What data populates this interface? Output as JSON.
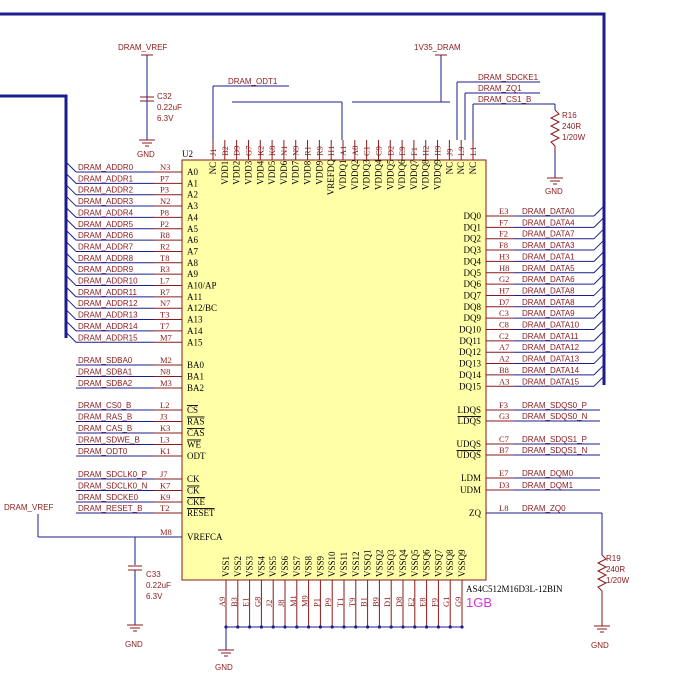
{
  "chip": {
    "designator": "U2",
    "part": "AS4C512M16D3L-12BIN",
    "size": "1GB",
    "color_body": "#ffffa8",
    "color_size": "#d633d6"
  },
  "power": {
    "vref": "DRAM_VREF",
    "v1v35": "1V35_DRAM",
    "gnd": "GND"
  },
  "c32": {
    "ref": "C32",
    "value": "0.22uF",
    "voltage": "6.3V"
  },
  "c33": {
    "ref": "C33",
    "value": "0.22uF",
    "voltage": "6.3V"
  },
  "r16": {
    "ref": "R16",
    "value": "240R",
    "power": "1/20W"
  },
  "r19": {
    "ref": "R19",
    "value": "240R",
    "power": "1/20W"
  },
  "top_nets": {
    "odt": "DRAM_ODT1",
    "sdcke": "DRAM_SDCKE1",
    "zq": "DRAM_ZQ1",
    "cs": "DRAM_CS1_B"
  },
  "left_pins": [
    {
      "net": "DRAM_ADDR0",
      "num": "N3",
      "name": "A0"
    },
    {
      "net": "DRAM_ADDR1",
      "num": "P7",
      "name": "A1"
    },
    {
      "net": "DRAM_ADDR2",
      "num": "P3",
      "name": "A2"
    },
    {
      "net": "DRAM_ADDR3",
      "num": "N2",
      "name": "A3"
    },
    {
      "net": "DRAM_ADDR4",
      "num": "P8",
      "name": "A4"
    },
    {
      "net": "DRAM_ADDR5",
      "num": "P2",
      "name": "A5"
    },
    {
      "net": "DRAM_ADDR6",
      "num": "R8",
      "name": "A6"
    },
    {
      "net": "DRAM_ADDR7",
      "num": "R2",
      "name": "A7"
    },
    {
      "net": "DRAM_ADDR8",
      "num": "T8",
      "name": "A8"
    },
    {
      "net": "DRAM_ADDR9",
      "num": "R3",
      "name": "A9"
    },
    {
      "net": "DRAM_ADDR10",
      "num": "L7",
      "name": "A10/AP"
    },
    {
      "net": "DRAM_ADDR11",
      "num": "R7",
      "name": "A11"
    },
    {
      "net": "DRAM_ADDR12",
      "num": "N7",
      "name": "A12/BC"
    },
    {
      "net": "DRAM_ADDR13",
      "num": "T3",
      "name": "A13"
    },
    {
      "net": "DRAM_ADDR14",
      "num": "T7",
      "name": "A14"
    },
    {
      "net": "DRAM_ADDR15",
      "num": "M7",
      "name": "A15"
    },
    {
      "net": "DRAM_SDBA0",
      "num": "M2",
      "name": "BA0"
    },
    {
      "net": "DRAM_SDBA1",
      "num": "N8",
      "name": "BA1"
    },
    {
      "net": "DRAM_SDBA2",
      "num": "M3",
      "name": "BA2"
    },
    {
      "net": "DRAM_CS0_B",
      "num": "L2",
      "name": "CS"
    },
    {
      "net": "DRAM_RAS_B",
      "num": "J3",
      "name": "RAS"
    },
    {
      "net": "DRAM_CAS_B",
      "num": "K3",
      "name": "CAS"
    },
    {
      "net": "DRAM_SDWE_B",
      "num": "L3",
      "name": "WE"
    },
    {
      "net": "DRAM_ODT0",
      "num": "K1",
      "name": "ODT"
    },
    {
      "net": "DRAM_SDCLK0_P",
      "num": "J7",
      "name": "CK"
    },
    {
      "net": "DRAM_SDCLK0_N",
      "num": "K7",
      "name": "CK"
    },
    {
      "net": "DRAM_SDCKE0",
      "num": "K9",
      "name": "CKE"
    },
    {
      "net": "DRAM_RESET_B",
      "num": "T2",
      "name": "RESET"
    },
    {
      "net": "",
      "num": "M8",
      "name": "VREFCA"
    }
  ],
  "right_pins": [
    {
      "net": "DRAM_DATA0",
      "num": "E3",
      "name": "DQ0"
    },
    {
      "net": "DRAM_DATA4",
      "num": "F7",
      "name": "DQ1"
    },
    {
      "net": "DRAM_DATA7",
      "num": "F2",
      "name": "DQ2"
    },
    {
      "net": "DRAM_DATA3",
      "num": "F8",
      "name": "DQ3"
    },
    {
      "net": "DRAM_DATA1",
      "num": "H3",
      "name": "DQ4"
    },
    {
      "net": "DRAM_DATA5",
      "num": "H8",
      "name": "DQ5"
    },
    {
      "net": "DRAM_DATA6",
      "num": "G2",
      "name": "DQ6"
    },
    {
      "net": "DRAM_DATA8",
      "num": "H7",
      "name": "DQ7"
    },
    {
      "net": "DRAM_DATA8",
      "num": "D7",
      "name": "DQ8"
    },
    {
      "net": "DRAM_DATA9",
      "num": "C3",
      "name": "DQ9"
    },
    {
      "net": "DRAM_DATA10",
      "num": "C8",
      "name": "DQ10"
    },
    {
      "net": "DRAM_DATA11",
      "num": "C2",
      "name": "DQ11"
    },
    {
      "net": "DRAM_DATA12",
      "num": "A7",
      "name": "DQ12"
    },
    {
      "net": "DRAM_DATA13",
      "num": "A2",
      "name": "DQ13"
    },
    {
      "net": "DRAM_DATA14",
      "num": "B8",
      "name": "DQ14"
    },
    {
      "net": "DRAM_DATA15",
      "num": "A3",
      "name": "DQ15"
    },
    {
      "net": "DRAM_SDQS0_P",
      "num": "F3",
      "name": "LDQS"
    },
    {
      "net": "DRAM_SDQS0_N",
      "num": "G3",
      "name": "LDQS"
    },
    {
      "net": "DRAM_SDQS1_P",
      "num": "C7",
      "name": "UDQS"
    },
    {
      "net": "DRAM_SDQS1_N",
      "num": "B7",
      "name": "UDQS"
    },
    {
      "net": "DRAM_DQM0",
      "num": "E7",
      "name": "LDM"
    },
    {
      "net": "DRAM_DQM1",
      "num": "D3",
      "name": "UDM"
    },
    {
      "net": "DRAM_ZQ0",
      "num": "L8",
      "name": "ZQ"
    }
  ],
  "top_pins": [
    {
      "num": "J1",
      "name": "NC"
    },
    {
      "num": "B2",
      "name": "VDD1"
    },
    {
      "num": "D9",
      "name": "VDD2"
    },
    {
      "num": "G7",
      "name": "VDD3"
    },
    {
      "num": "K2",
      "name": "VDD4"
    },
    {
      "num": "K8",
      "name": "VDD5"
    },
    {
      "num": "N1",
      "name": "VDD6"
    },
    {
      "num": "N9",
      "name": "VDD7"
    },
    {
      "num": "R1",
      "name": "VDD8"
    },
    {
      "num": "R9",
      "name": "VDD9"
    },
    {
      "num": "H1",
      "name": "VREFDQ"
    },
    {
      "num": "A1",
      "name": "VDDQ1"
    },
    {
      "num": "A8",
      "name": "VDDQ2"
    },
    {
      "num": "C1",
      "name": "VDDQ3"
    },
    {
      "num": "C9",
      "name": "VDDQ4"
    },
    {
      "num": "D2",
      "name": "VDDQ5"
    },
    {
      "num": "E9",
      "name": "VDDQ6"
    },
    {
      "num": "F1",
      "name": "VDDQ7"
    },
    {
      "num": "H2",
      "name": "VDDQ8"
    },
    {
      "num": "H9",
      "name": "VDDQ9"
    },
    {
      "num": "J9",
      "name": "NC"
    },
    {
      "num": "L9",
      "name": "NC"
    },
    {
      "num": "L1",
      "name": "NC"
    }
  ],
  "bottom_pins": [
    {
      "num": "A9",
      "name": "VSS1"
    },
    {
      "num": "B3",
      "name": "VSS2"
    },
    {
      "num": "E1",
      "name": "VSS3"
    },
    {
      "num": "G8",
      "name": "VSS4"
    },
    {
      "num": "J2",
      "name": "VSS5"
    },
    {
      "num": "J8",
      "name": "VSS6"
    },
    {
      "num": "M1",
      "name": "VSS7"
    },
    {
      "num": "M9",
      "name": "VSS8"
    },
    {
      "num": "P1",
      "name": "VSS9"
    },
    {
      "num": "P9",
      "name": "VSS10"
    },
    {
      "num": "T1",
      "name": "VSS11"
    },
    {
      "num": "T9",
      "name": "VSS12"
    },
    {
      "num": "B1",
      "name": "VSSQ1"
    },
    {
      "num": "B9",
      "name": "VSSQ2"
    },
    {
      "num": "D1",
      "name": "VSSQ3"
    },
    {
      "num": "D8",
      "name": "VSSQ4"
    },
    {
      "num": "E2",
      "name": "VSSQ5"
    },
    {
      "num": "E8",
      "name": "VSSQ6"
    },
    {
      "num": "F9",
      "name": "VSSQ7"
    },
    {
      "num": "G1",
      "name": "VSSQ8"
    },
    {
      "num": "G9",
      "name": "VSSQ9"
    }
  ]
}
